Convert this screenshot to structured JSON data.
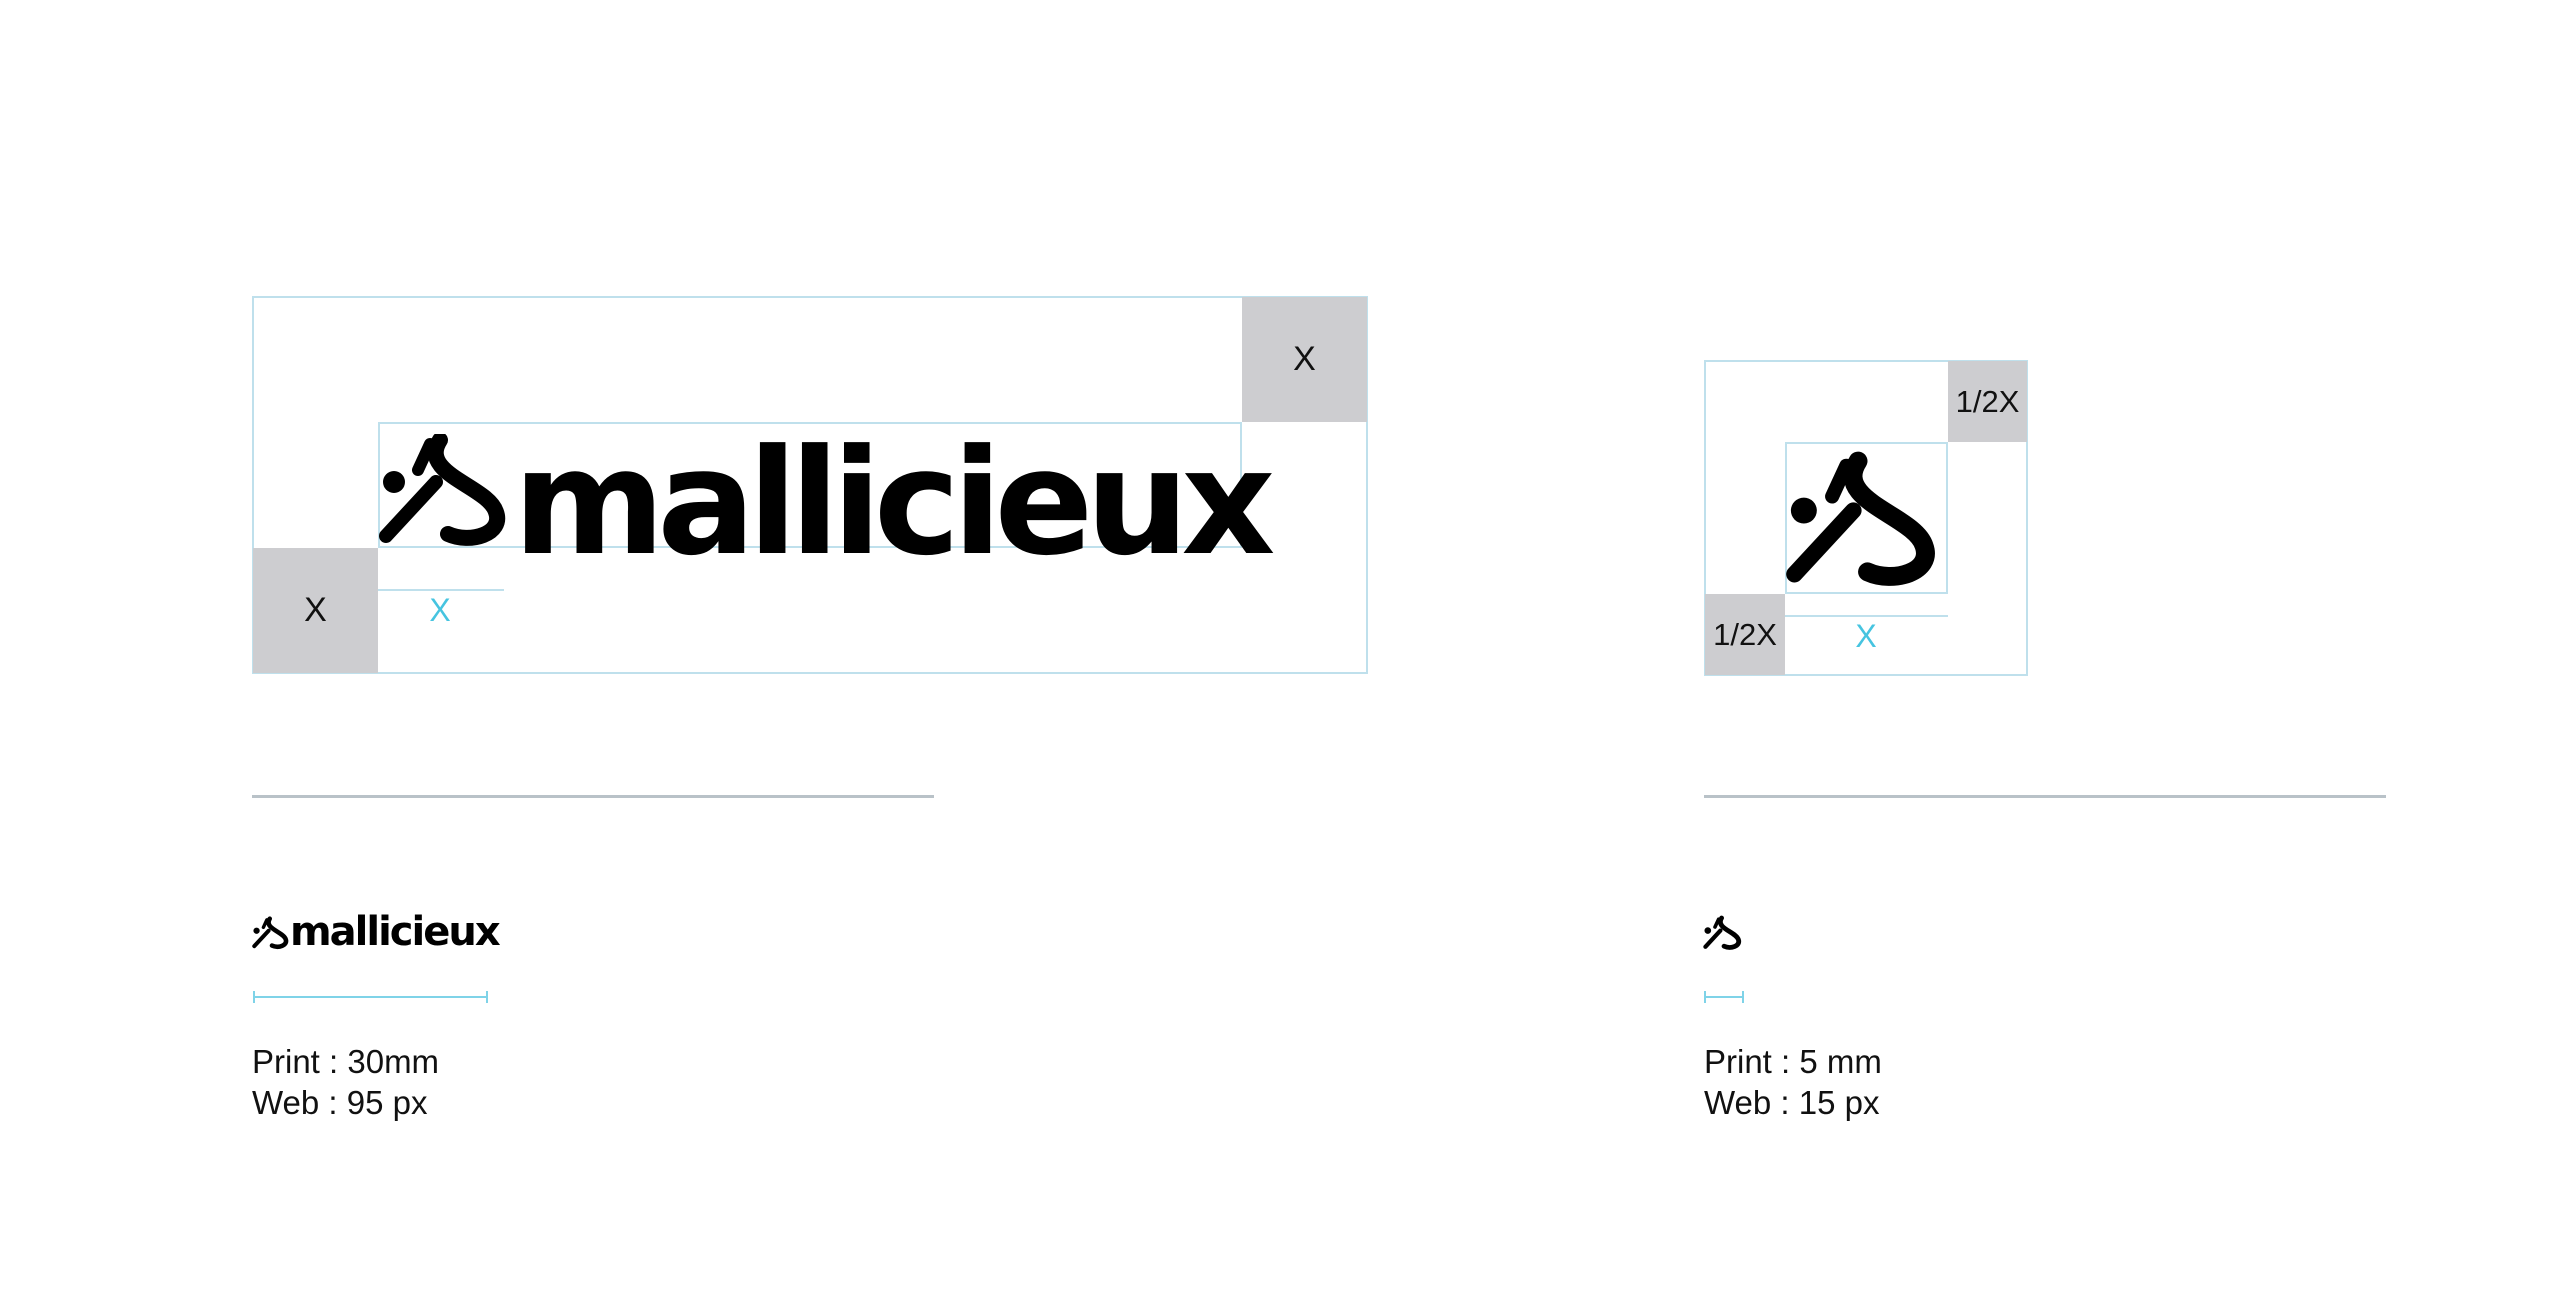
{
  "brand": {
    "wordmark": "mallicieux"
  },
  "left_diagram": {
    "clear_space_top_right": "X",
    "clear_space_bottom_left": "X",
    "measure_label": "X"
  },
  "right_diagram": {
    "clear_space_top_right": "1/2X",
    "clear_space_bottom_left": "1/2X",
    "measure_label": "X"
  },
  "specs_left": {
    "print": "Print : 30mm",
    "web": "Web : 95 px"
  },
  "specs_right": {
    "print": "Print : 5 mm",
    "web": "Web : 15 px"
  },
  "colors": {
    "guide": "#bfe0ec",
    "accent_cyan": "#46c4e0",
    "clear_space_gray": "#cdcdd0",
    "rule": "#b9c2c8"
  }
}
